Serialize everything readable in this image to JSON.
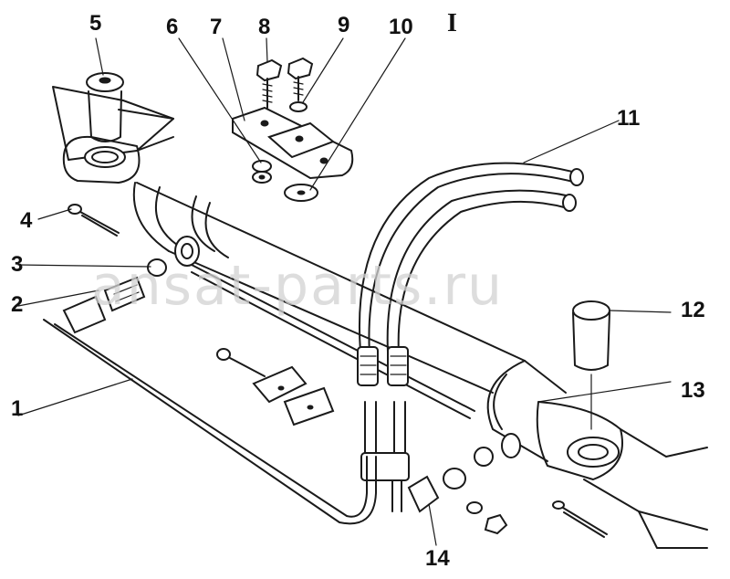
{
  "diagram": {
    "group_label": "I",
    "watermark": "ansat-parts.ru",
    "callouts": [
      {
        "id": "1",
        "label": "1"
      },
      {
        "id": "2",
        "label": "2"
      },
      {
        "id": "3",
        "label": "3"
      },
      {
        "id": "4",
        "label": "4"
      },
      {
        "id": "5",
        "label": "5"
      },
      {
        "id": "6",
        "label": "6"
      },
      {
        "id": "7",
        "label": "7"
      },
      {
        "id": "8",
        "label": "8"
      },
      {
        "id": "9",
        "label": "9"
      },
      {
        "id": "10",
        "label": "10"
      },
      {
        "id": "11",
        "label": "11"
      },
      {
        "id": "12",
        "label": "12"
      },
      {
        "id": "13",
        "label": "13"
      },
      {
        "id": "14",
        "label": "14"
      }
    ]
  }
}
